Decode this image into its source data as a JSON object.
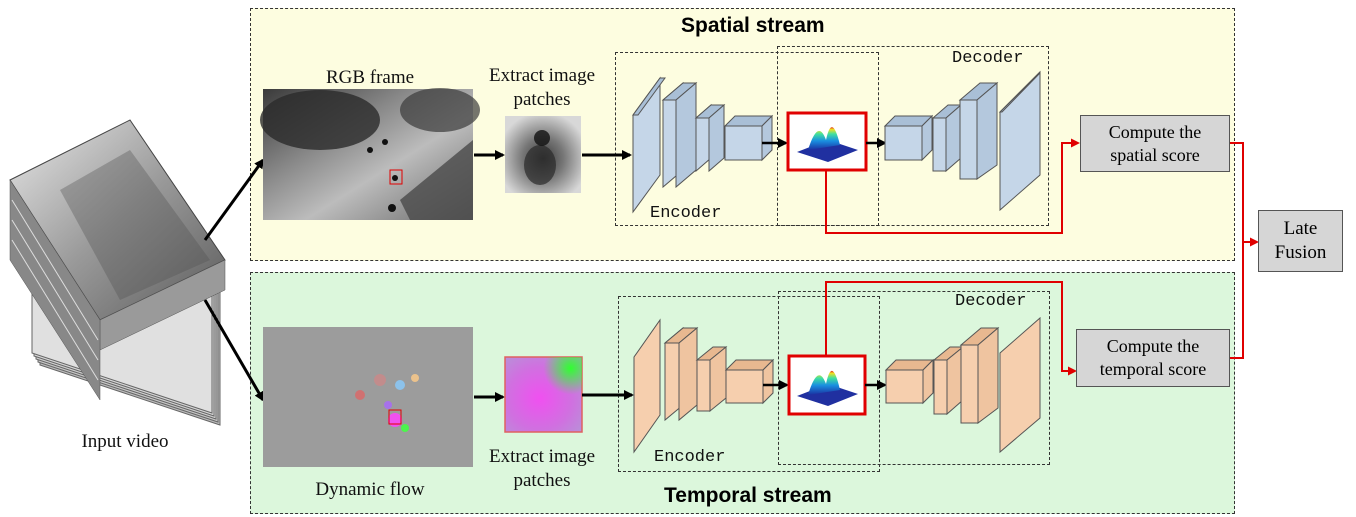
{
  "streams": {
    "spatial": {
      "title": "Spatial stream",
      "frame_label": "RGB frame",
      "patch_label_line1": "Extract image",
      "patch_label_line2": "patches",
      "encoder_label": "Encoder",
      "decoder_label": "Decoder",
      "score_line1": "Compute the",
      "score_line2": "spatial score",
      "background": "#fdfde0",
      "block_color": "#c5d6e8"
    },
    "temporal": {
      "title": "Temporal stream",
      "frame_label": "Dynamic flow",
      "patch_label_line1": "Extract image",
      "patch_label_line2": "patches",
      "encoder_label": "Encoder",
      "decoder_label": "Decoder",
      "score_line1": "Compute the",
      "score_line2": "temporal score",
      "background": "#dcf7dc",
      "block_color": "#f6cfae"
    }
  },
  "input": {
    "label": "Input video"
  },
  "fusion": {
    "line1": "Late",
    "line2": "Fusion"
  },
  "colors": {
    "arrow": "#000000",
    "highlight": "#e00000"
  }
}
